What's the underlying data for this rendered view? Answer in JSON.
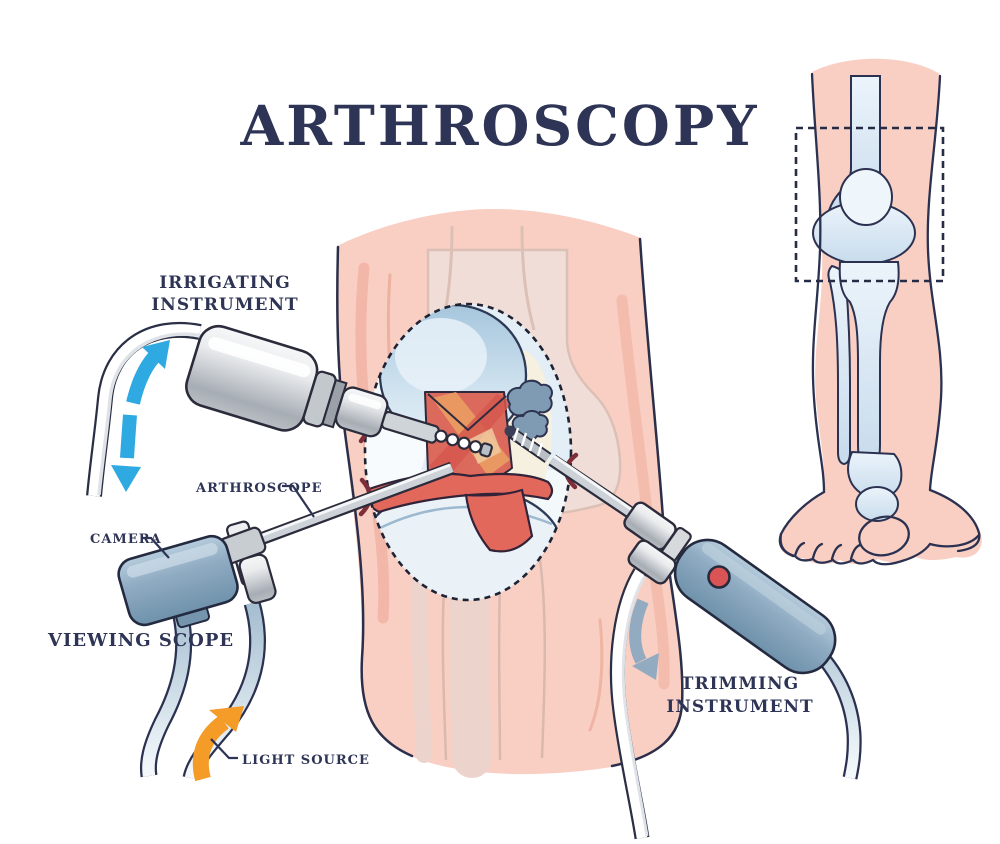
{
  "title": "ARTHROSCOPY",
  "labels": {
    "irrigating_line1": "IRRIGATING",
    "irrigating_line2": "INSTRUMENT",
    "arthroscope": "ARTHROSCOPE",
    "camera": "CAMERA",
    "viewing_scope": "VIEWING SCOPE",
    "light_source": "LIGHT SOURCE",
    "trimming_line1": "TRIMMING",
    "trimming_line2": "INSTRUMENT"
  },
  "colors": {
    "title_text": "#2e3455",
    "label_text": "#2e3455",
    "skin": "#f9cfc4",
    "skin_shadow": "#f2b3a4",
    "pale_bone": "#f0ddd7",
    "bone_light_blue": "#dce9f5",
    "outline_navy": "#2b3150",
    "metal_gray": "#c9cdd2",
    "device_blue_gray": "#8fabc2",
    "arrow_blue": "#2fa9e1",
    "arrow_orange": "#f49b28",
    "arrow_slate": "#93abc1",
    "ligament_red": "#db6a5d",
    "ligament_orange": "#eb9d62",
    "meniscus_red": "#e2685c",
    "debris_slate_blue": "#7f9bb4",
    "incision_maroon": "#7e2e38",
    "button_red": "#d95454",
    "window_fill": "#f3f8fb"
  }
}
